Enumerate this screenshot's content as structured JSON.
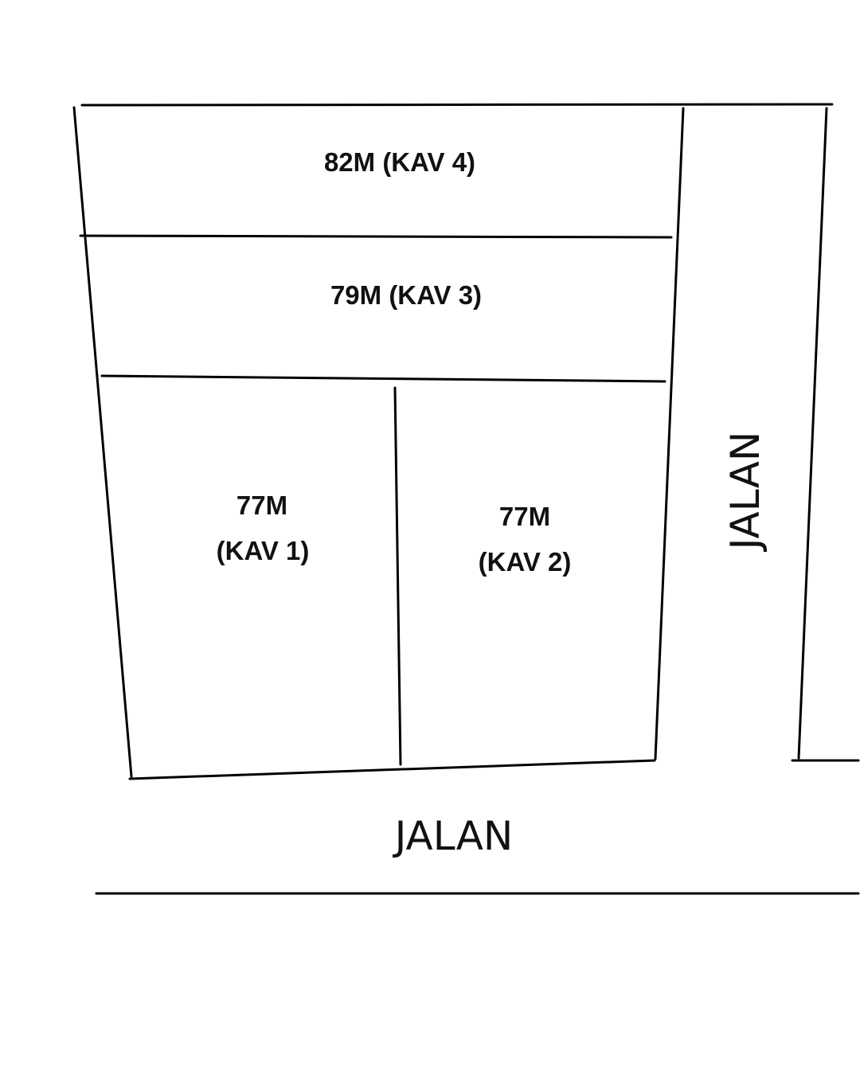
{
  "plots": {
    "kav4": {
      "label": "82M (KAV 4)"
    },
    "kav3": {
      "label": "79M (KAV 3)"
    },
    "kav1": {
      "size": "77M",
      "name": "(KAV 1)"
    },
    "kav2": {
      "size": "77M",
      "name": "(KAV 2)"
    }
  },
  "roads": {
    "bottom": "JALAN",
    "right": "JALAN"
  },
  "colors": {
    "line": "#000000",
    "background": "#ffffff"
  }
}
